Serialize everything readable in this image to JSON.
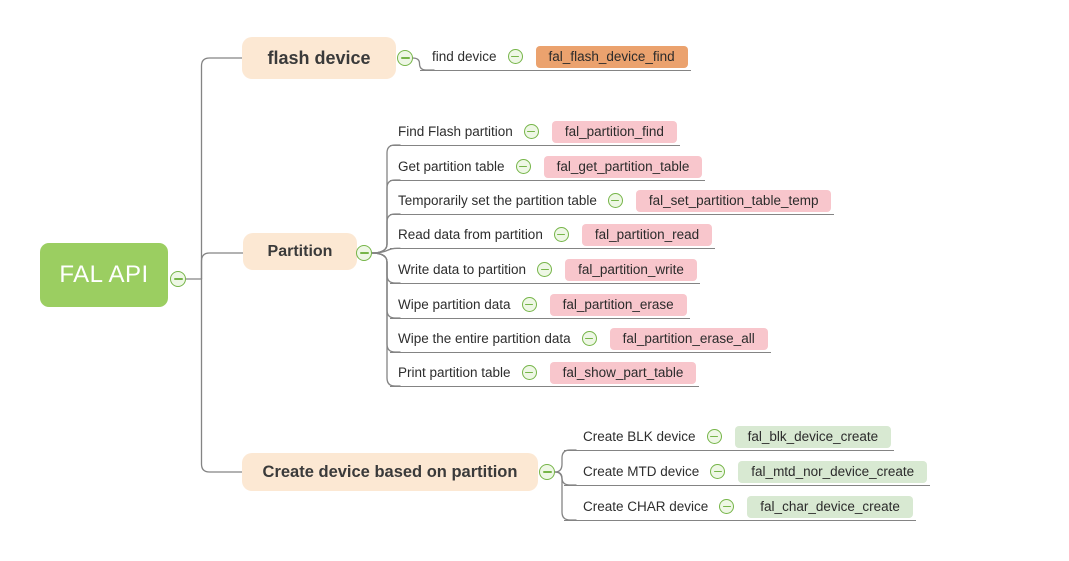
{
  "root": {
    "label": "FAL API"
  },
  "branches": [
    {
      "label": "flash device",
      "children": [
        {
          "label": "find device",
          "func": "fal_flash_device_find"
        }
      ]
    },
    {
      "label": "Partition",
      "children": [
        {
          "label": "Find Flash partition",
          "func": "fal_partition_find"
        },
        {
          "label": "Get partition table",
          "func": "fal_get_partition_table"
        },
        {
          "label": "Temporarily set the partition table",
          "func": "fal_set_partition_table_temp"
        },
        {
          "label": "Read data from partition",
          "func": "fal_partition_read"
        },
        {
          "label": "Write data to partition",
          "func": "fal_partition_write"
        },
        {
          "label": "Wipe partition data",
          "func": "fal_partition_erase"
        },
        {
          "label": "Wipe the entire partition data",
          "func": "fal_partition_erase_all"
        },
        {
          "label": "Print partition table",
          "func": "fal_show_part_table"
        }
      ]
    },
    {
      "label": "Create device based on partition",
      "children": [
        {
          "label": "Create BLK device",
          "func": "fal_blk_device_create"
        },
        {
          "label": "Create MTD device",
          "func": "fal_mtd_nor_device_create"
        },
        {
          "label": "Create CHAR device",
          "func": "fal_char_device_create"
        }
      ]
    }
  ],
  "colors": {
    "root_bg": "#9bce61",
    "branch_bg": "#fce8d3",
    "chip_orange": "#eba26e",
    "chip_pink": "#f8c6cc",
    "chip_green": "#d8e9d2",
    "connector_gray": "#848484",
    "icon_green": "#76b549"
  },
  "icons": {
    "collapse": "minus-circle"
  }
}
